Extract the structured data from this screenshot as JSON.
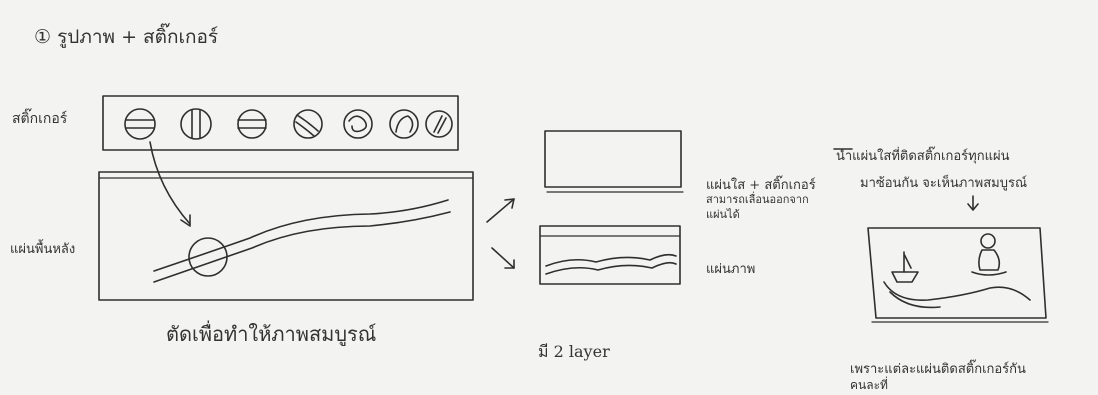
{
  "title": "① รูปภาพ + สติ๊กเกอร์",
  "labels": {
    "sticker_row": "สติ๊กเกอร์",
    "paper": "แผ่นพื้นหลัง",
    "cut_caption": "ตัดเพื่อทำให้ภาพสมบูรณ์",
    "layers_caption": "มี 2 layer",
    "clear_sheet": "แผ่นใส + สติ๊กเกอร์",
    "clear_sheet_note_1": "สามารถเลื่อนออกจาก",
    "clear_sheet_note_2": "แผ่นได้",
    "picture_sheet": "แผ่นภาพ",
    "right_note_1": "นำแผ่นใสที่ติดสติ๊กเกอร์ทุกแผ่น",
    "right_note_2": "มาซ้อนกัน จะเห็นภาพสมบูรณ์",
    "bottom_note_1": "เพราะแต่ละแผ่นติดสติ๊กเกอร์กัน",
    "bottom_note_2": "คนละที่"
  },
  "colors": {
    "ink": "#2b2b2b",
    "paper": "#f3f3f1"
  }
}
